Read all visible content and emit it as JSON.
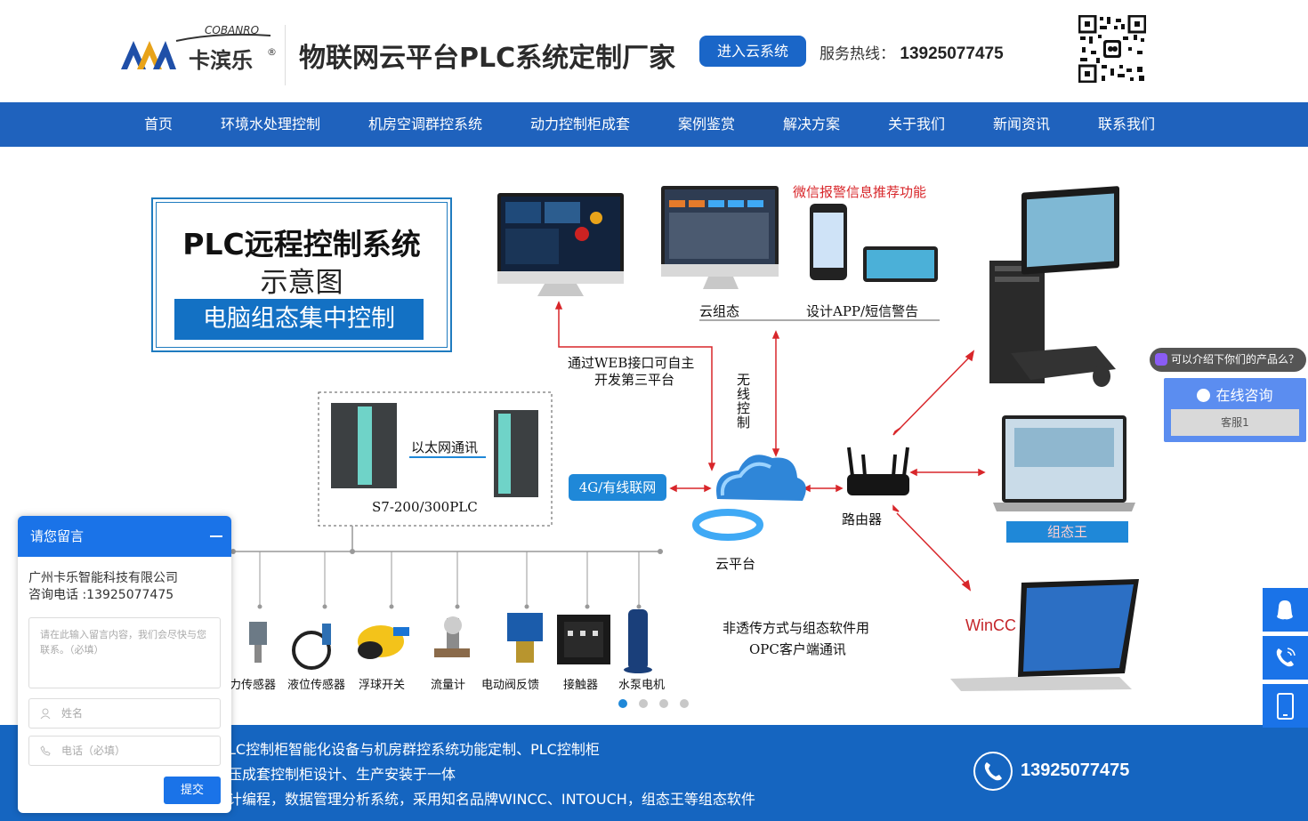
{
  "header": {
    "logo_wordmark": "COBANRO",
    "logo_text": "卡滨乐",
    "logo_reg": "®",
    "site_title": "物联网云平台PLC系统定制厂家",
    "enter_button": "进入云系统",
    "hotline_label": "服务热线：",
    "hotline_number": "13925077475"
  },
  "nav": {
    "items": [
      {
        "label": "首页"
      },
      {
        "label": "环境水处理控制"
      },
      {
        "label": "机房空调群控系统"
      },
      {
        "label": "动力控制柜成套"
      },
      {
        "label": "案例鉴赏"
      },
      {
        "label": "解决方案"
      },
      {
        "label": "关于我们"
      },
      {
        "label": "新闻资讯"
      },
      {
        "label": "联系我们"
      }
    ]
  },
  "banner": {
    "title_main": "PLC远程控制系统",
    "title_sub": "示意图",
    "title_band": "电脑组态集中控制",
    "wechat_alarm": "微信报警信息推荐功能",
    "cloud_config": "云组态",
    "app_design": "设计APP/短信警告",
    "web_interface_1": "通过WEB接口可自主",
    "web_interface_2": "开发第三平台",
    "wireless": "无线控制",
    "ethernet": "以太网通讯",
    "plc_model": "S7-200/300PLC",
    "network_badge": "4G/有线联网",
    "router": "路由器",
    "cloud_platform": "云平台",
    "kingview_badge": "组态王",
    "wincc_logo": "WinCC",
    "opc_1": "非透传方式与组态软件用",
    "opc_2": "OPC客户端通讯",
    "sensors": [
      {
        "label": "力传感器"
      },
      {
        "label": "液位传感器"
      },
      {
        "label": "浮球开关"
      },
      {
        "label": "流量计"
      },
      {
        "label": "电动阀反馈"
      },
      {
        "label": "接触器"
      },
      {
        "label": "水泵电机"
      }
    ],
    "slides_count": 4,
    "active_slide": 1
  },
  "footer_band": {
    "line1": "LC控制柜智能化设备与机房群控系统功能定制、PLC控制柜",
    "line2": "压成套控制柜设计、生产安装于一体",
    "line3": "计编程，数据管理分析系统，采用知名品牌WINCC、INTOUCH，组态王等组态软件",
    "phone": "13925077475"
  },
  "message_panel": {
    "title": "请您留言",
    "company": "广州卡乐智能科技有限公司",
    "tel": "咨询电话 :13925077475",
    "content_placeholder": "请在此输入留言内容，我们会尽快与您联系。（必填）",
    "name_placeholder": "姓名",
    "phone_placeholder": "电话（必填）",
    "submit": "提交"
  },
  "chat": {
    "tooltip": "可以介绍下你们的产品么？",
    "consult_title": "在线咨询",
    "agent": "客服1"
  },
  "colors": {
    "nav_blue": "#1f62bd",
    "accent_blue": "#1a73e8",
    "alert_red": "#d8262a"
  }
}
